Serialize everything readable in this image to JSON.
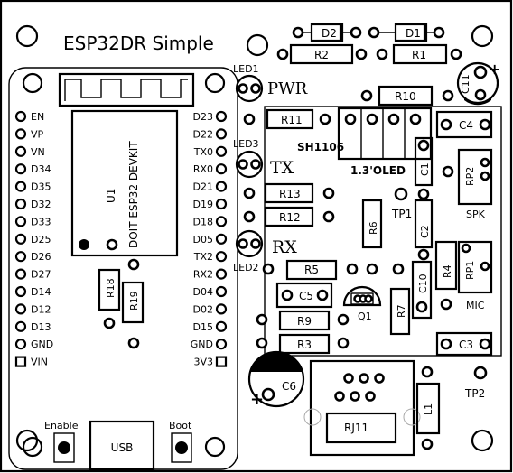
{
  "board": {
    "title": "ESP32DR Simple"
  },
  "module": {
    "ref": "U1",
    "name": "DOIT ESP32 DEVKIT",
    "usb_label": "USB",
    "enable_label": "Enable",
    "boot_label": "Boot",
    "left_pins": [
      "EN",
      "VP",
      "VN",
      "D34",
      "D35",
      "D32",
      "D33",
      "D25",
      "D26",
      "D27",
      "D14",
      "D12",
      "D13",
      "GND",
      "VIN"
    ],
    "right_pins": [
      "D23",
      "D22",
      "TX0",
      "RX0",
      "D21",
      "D19",
      "D18",
      "D05",
      "TX2",
      "RX2",
      "D04",
      "D02",
      "D15",
      "GND",
      "3V3"
    ]
  },
  "leds": {
    "led1": "LED1",
    "led2": "LED2",
    "led3": "LED3",
    "pwr": "PWR",
    "tx": "TX",
    "rx": "RX"
  },
  "parts": {
    "d1": "D1",
    "d2": "D2",
    "r1": "R1",
    "r2": "R2",
    "r3": "R3",
    "r4": "R4",
    "r5": "R5",
    "r6": "R6",
    "r7": "R7",
    "r9": "R9",
    "r10": "R10",
    "r11": "R11",
    "r12": "R12",
    "r13": "R13",
    "r18": "R18",
    "r19": "R19",
    "c1": "C1",
    "c2": "C2",
    "c3": "C3",
    "c4": "C4",
    "c5": "C5",
    "c6": "C6",
    "c10": "C10",
    "c11": "C11",
    "rp1": "RP1",
    "rp2": "RP2",
    "q1": "Q1",
    "l1": "L1",
    "rj11": "RJ11",
    "tp1": "TP1",
    "tp2": "TP2",
    "spk": "SPK",
    "mic": "MIC",
    "oled_chip": "SH1106",
    "oled_size": "1.3'OLED",
    "plus": "+"
  }
}
